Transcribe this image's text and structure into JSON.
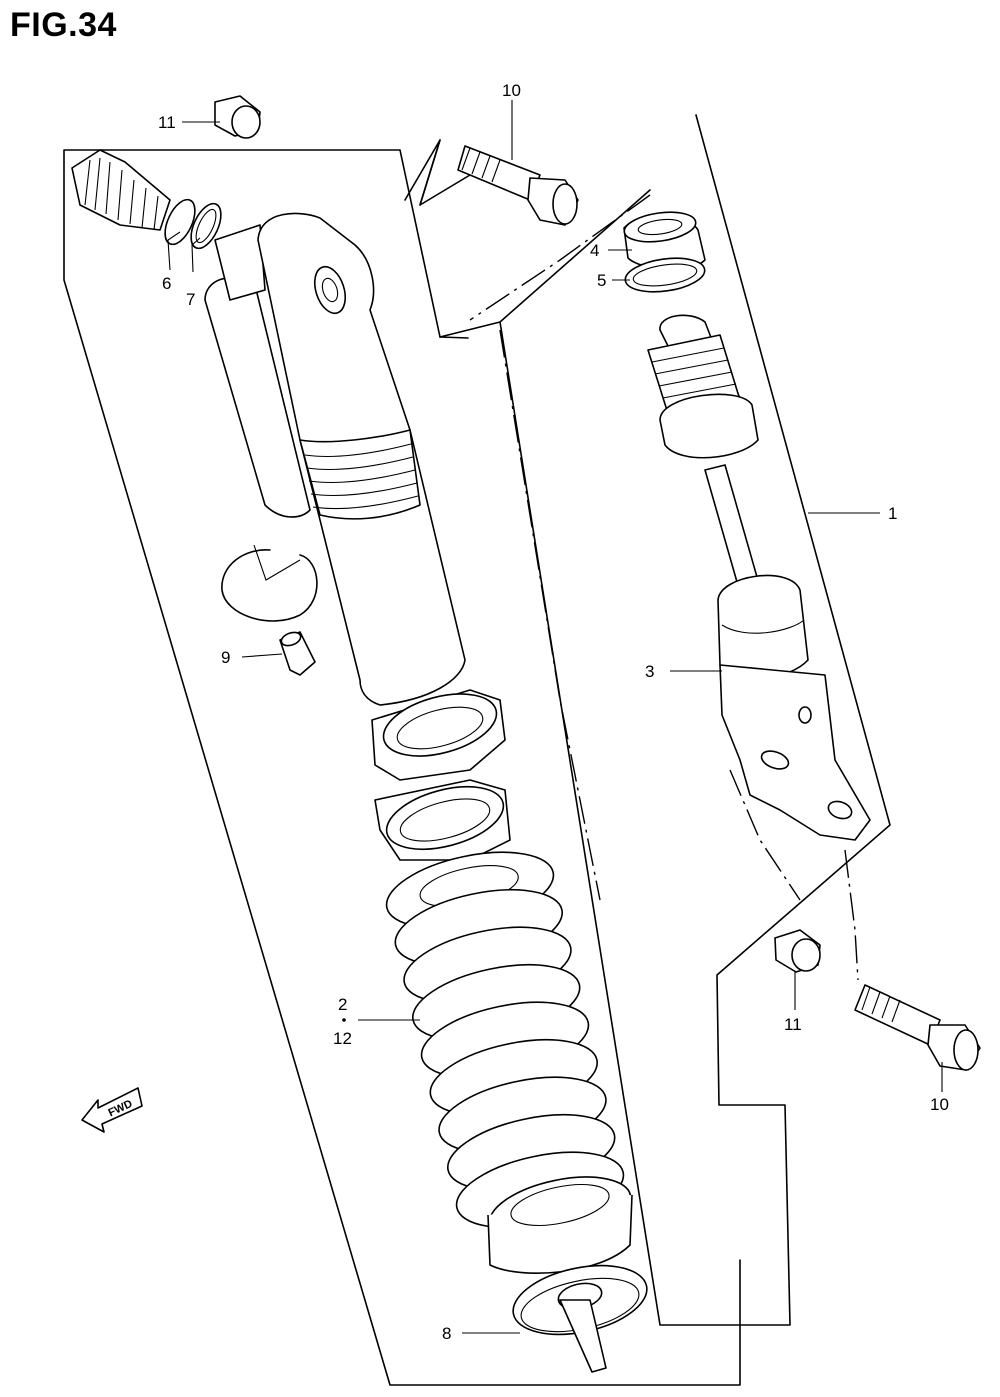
{
  "figure": {
    "title": "FIG.34"
  },
  "callouts": [
    {
      "id": "c1",
      "text": "1"
    },
    {
      "id": "c2",
      "text": "2"
    },
    {
      "id": "c3",
      "text": "3"
    },
    {
      "id": "c4",
      "text": "4"
    },
    {
      "id": "c5",
      "text": "5"
    },
    {
      "id": "c6",
      "text": "6"
    },
    {
      "id": "c7",
      "text": "7"
    },
    {
      "id": "c8",
      "text": "8"
    },
    {
      "id": "c9",
      "text": "9"
    },
    {
      "id": "c10a",
      "text": "10"
    },
    {
      "id": "c10b",
      "text": "10"
    },
    {
      "id": "c11a",
      "text": "11"
    },
    {
      "id": "c11b",
      "text": "11"
    },
    {
      "id": "c12",
      "text": "12"
    }
  ],
  "fwd_indicator": {
    "text": "FWD"
  }
}
